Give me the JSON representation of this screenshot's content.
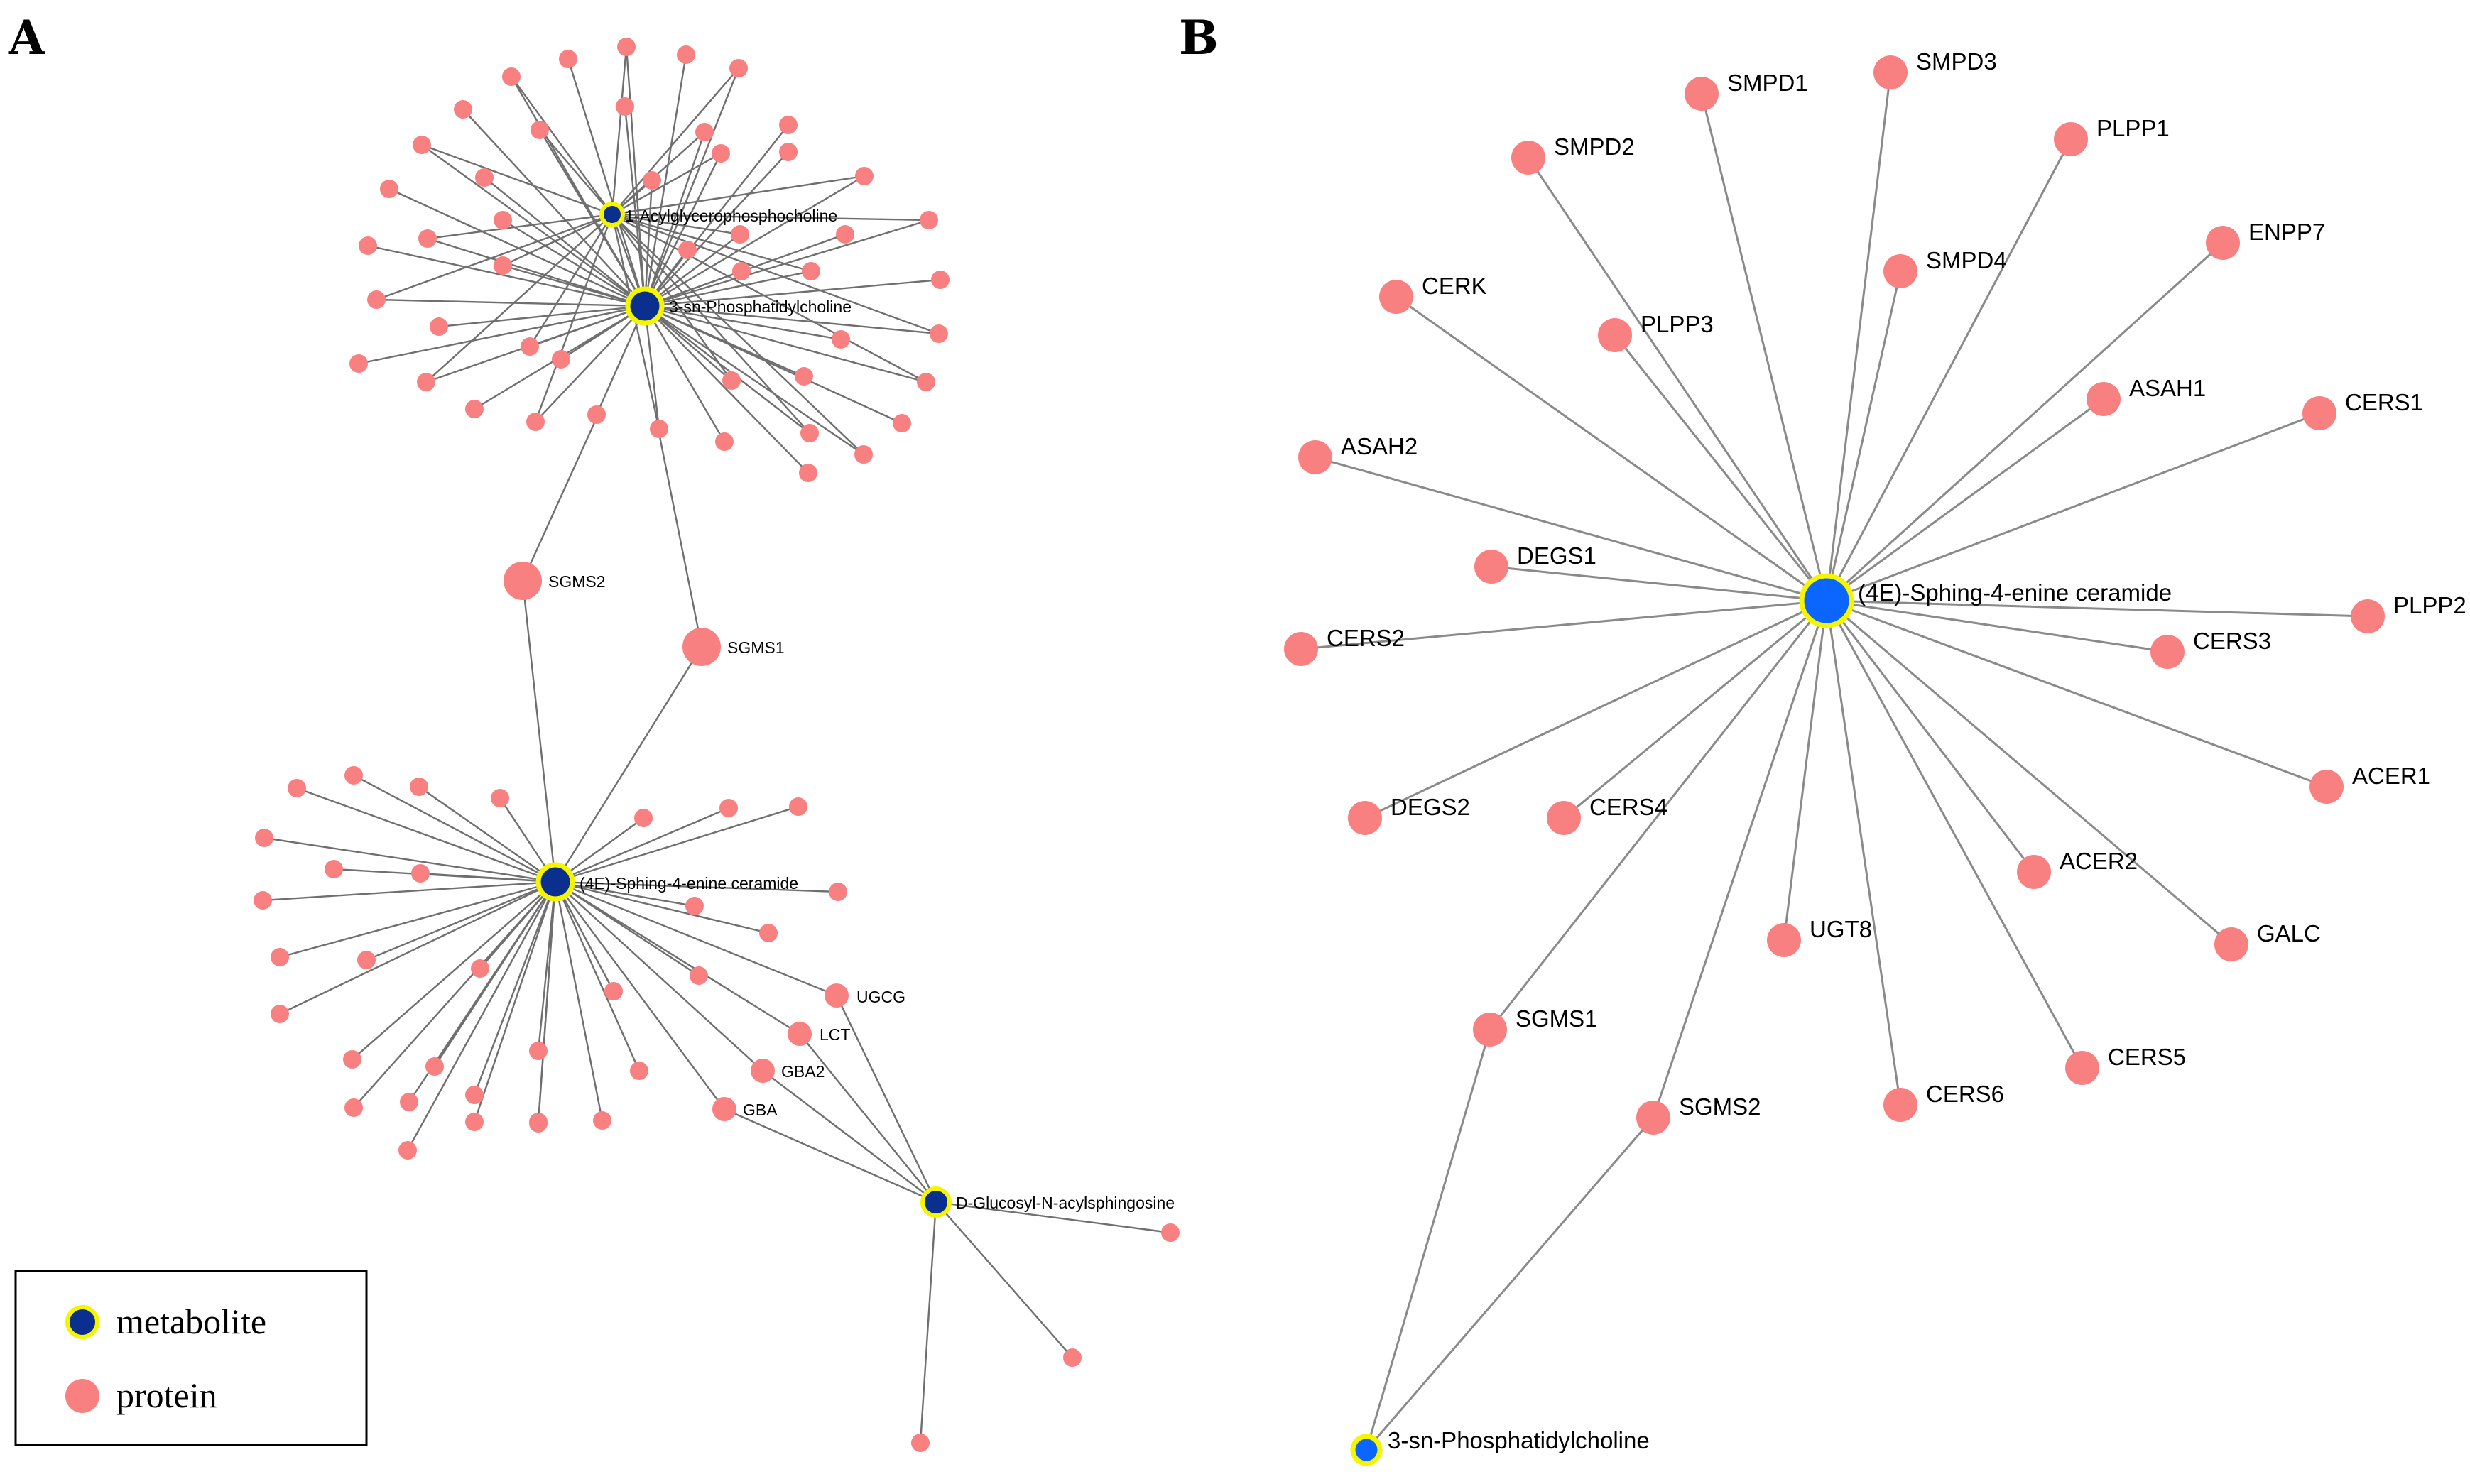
{
  "panels": [
    {
      "letter": "A"
    },
    {
      "letter": "B"
    }
  ],
  "legend": {
    "items": [
      {
        "label": "metabolite",
        "fill": "#0b2f8f",
        "stroke": "#f5f500"
      },
      {
        "label": "protein",
        "fill": "#f98080",
        "stroke": "none"
      }
    ]
  },
  "colors": {
    "protein": "#f98080",
    "metabolite_a": "#0b2f8f",
    "metabolite_b": "#0a66ff",
    "metabolite_ring": "#f5f500",
    "edge": "#7a7a7a"
  },
  "panel_a": {
    "metabolites": [
      {
        "id": "m_acyl",
        "label": "1-Acylglycerophosphocholine"
      },
      {
        "id": "m_pc",
        "label": "3-sn-Phosphatidylcholine"
      },
      {
        "id": "m_cer",
        "label": "(4E)-Sphing-4-enine ceramide"
      },
      {
        "id": "m_glc",
        "label": "D-Glucosyl-N-acylsphingosine"
      }
    ],
    "labeled_proteins": [
      "SGMS2",
      "SGMS1",
      "UGCG",
      "LCT",
      "GBA2",
      "GBA"
    ]
  },
  "panel_b": {
    "center": "(4E)-Sphing-4-enine ceramide",
    "secondary": "3-sn-Phosphatidylcholine",
    "proteins": [
      "SMPD1",
      "SMPD3",
      "SMPD2",
      "PLPP1",
      "ENPP7",
      "SMPD4",
      "CERK",
      "PLPP3",
      "ASAH1",
      "CERS1",
      "ASAH2",
      "DEGS1",
      "PLPP2",
      "CERS2",
      "CERS3",
      "ACER1",
      "DEGS2",
      "CERS4",
      "ACER2",
      "UGT8",
      "GALC",
      "SGMS1",
      "CERS5",
      "CERS6",
      "SGMS2"
    ]
  }
}
